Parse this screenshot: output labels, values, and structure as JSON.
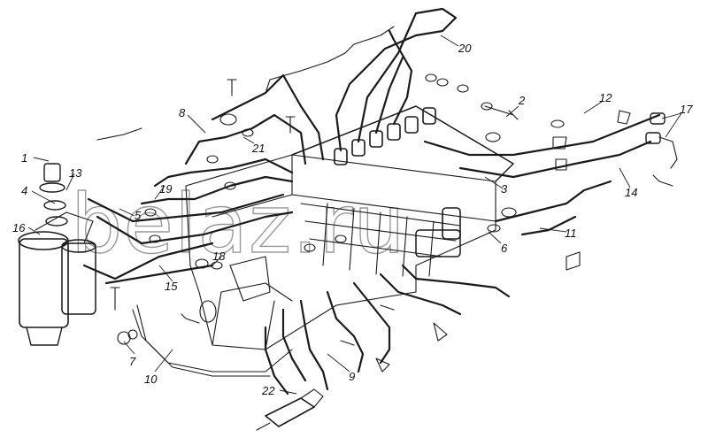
{
  "diagram": {
    "watermark": "belaz.ru",
    "callouts": [
      "1",
      "2",
      "3",
      "4",
      "5",
      "6",
      "7",
      "8",
      "9",
      "10",
      "11",
      "12",
      "13",
      "14",
      "15",
      "16",
      "17",
      "18",
      "19",
      "20",
      "21",
      "22"
    ]
  },
  "colors": {
    "ink": "#1a1a1a",
    "paper": "#ffffff",
    "watermark": "#9a9a9a"
  }
}
